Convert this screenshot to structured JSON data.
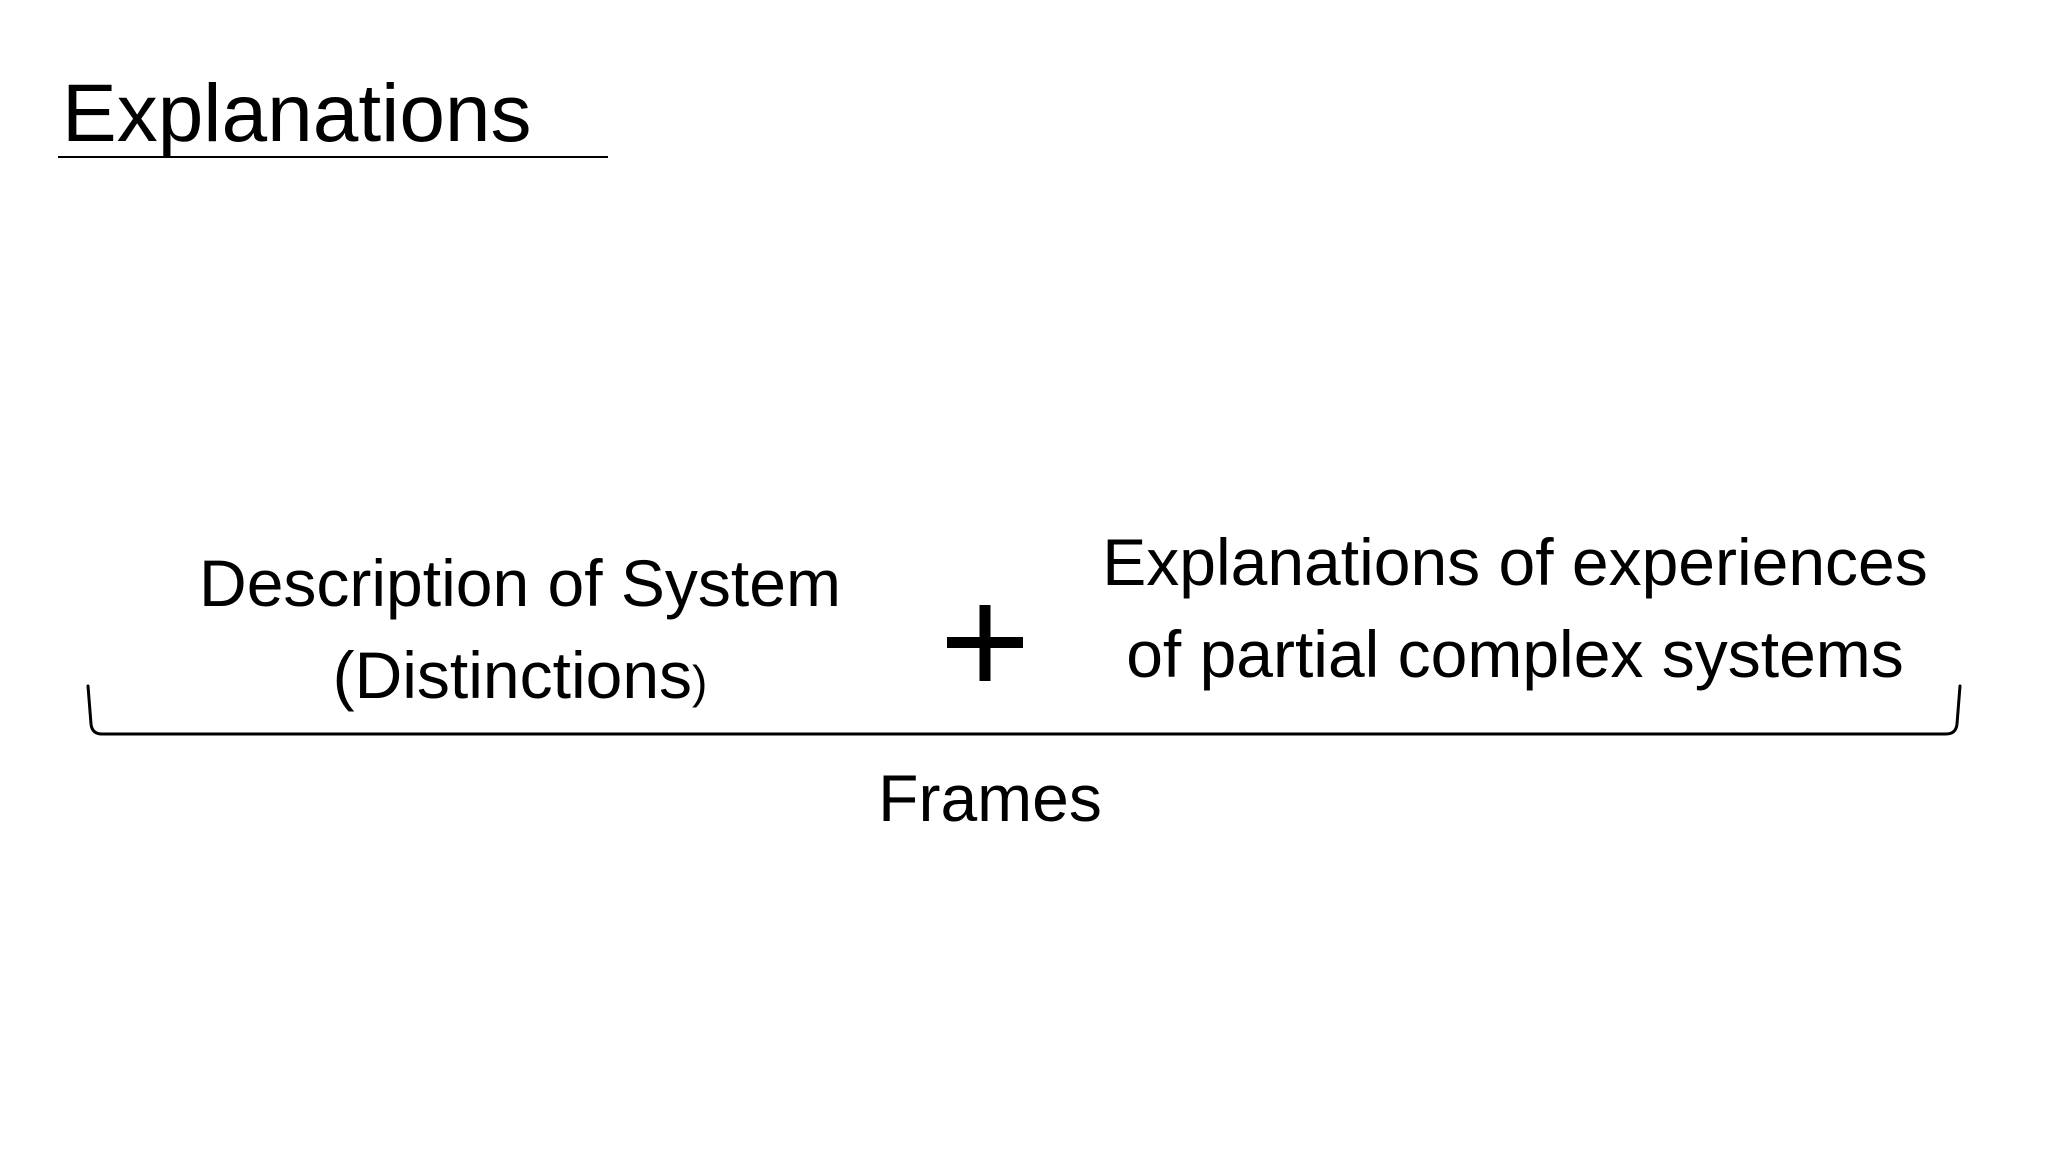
{
  "slide": {
    "title": "Explanations",
    "left_block": {
      "line1": "Description of System",
      "line2_main": "(Distinctions",
      "line2_paren": ")"
    },
    "operator": "+",
    "right_block": {
      "line1": "Explanations of experiences",
      "line2": "of partial complex systems"
    },
    "bracket_label": "Frames"
  },
  "colors": {
    "background": "#ffffff",
    "text": "#000000"
  }
}
